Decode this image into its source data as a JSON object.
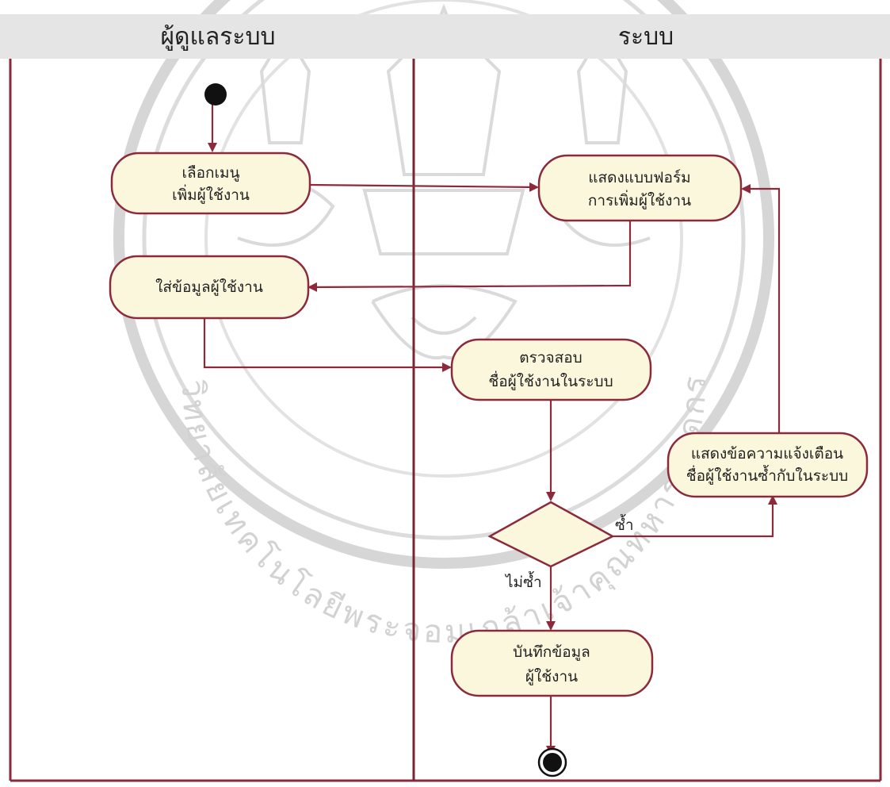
{
  "lanes": [
    {
      "id": "admin",
      "title": "ผู้ดูแลระบบ"
    },
    {
      "id": "system",
      "title": "ระบบ"
    }
  ],
  "nodes": {
    "select_menu": {
      "lines": [
        "เลือกเมนู",
        "เพิ่มผู้ใช้งาน"
      ]
    },
    "show_form": {
      "lines": [
        "แสดงแบบฟอร์ม",
        "การเพิ่มผู้ใช้งาน"
      ]
    },
    "enter_data": {
      "lines": [
        "ใส่ข้อมูลผู้ใช้งาน"
      ]
    },
    "check_user": {
      "lines": [
        "ตรวจสอบ",
        "ชื่อผู้ใช้งานในระบบ"
      ]
    },
    "show_warning": {
      "lines": [
        "แสดงข้อความแจ้งเตือน",
        "ชื่อผู้ใช้งานซ้ำกับในระบบ"
      ]
    },
    "save_data": {
      "lines": [
        "บันทึกข้อมูล",
        "ผู้ใช้งาน"
      ]
    }
  },
  "edge_labels": {
    "duplicate": "ซ้ำ",
    "not_duplicate": "ไม่ซ้ำ"
  },
  "watermark": {
    "arc_text": "มหาวิทยาลัยเทคโนโลยีพระจอมเกล้าเจ้าคุณทหารลาดกระบัง"
  },
  "colors": {
    "frame": "#8c2a3c",
    "node_fill": "#fbf7dc",
    "node_stroke": "#8c2a3c",
    "header_fill": "#e5e5e5",
    "start_fill": "#111111",
    "watermark": "#d2d2d2"
  }
}
